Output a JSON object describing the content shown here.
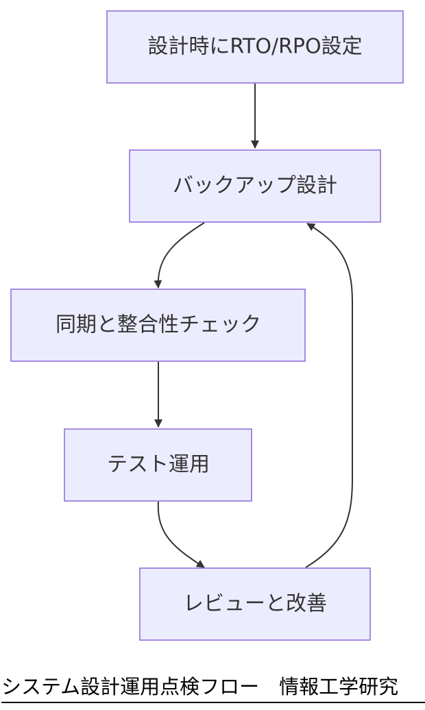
{
  "diagram": {
    "nodes": {
      "rto_rpo": "設計時にRTO/RPO設定",
      "backup": "バックアップ設計",
      "sync": "同期と整合性チェック",
      "test": "テスト運用",
      "review": "レビューと改善"
    },
    "edges": [
      {
        "from": "rto_rpo",
        "to": "backup"
      },
      {
        "from": "backup",
        "to": "sync"
      },
      {
        "from": "sync",
        "to": "test"
      },
      {
        "from": "test",
        "to": "review"
      },
      {
        "from": "review",
        "to": "backup"
      }
    ],
    "colors": {
      "node_fill": "#ECECFF",
      "node_border": "#9370DB",
      "edge": "#333333",
      "text": "#333333"
    }
  },
  "caption": {
    "text": "システム設計運用点検フロー　情報工学研究"
  }
}
